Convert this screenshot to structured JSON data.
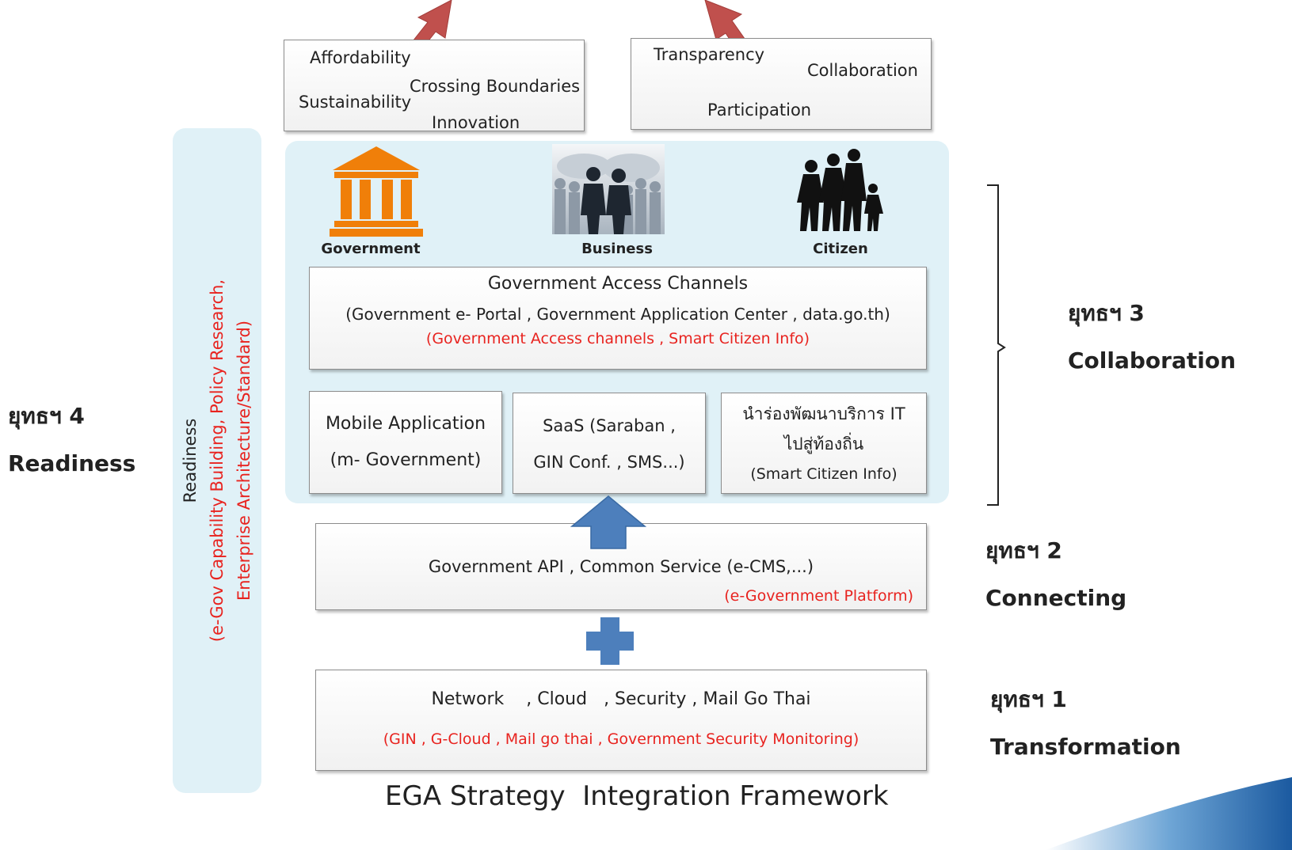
{
  "top_boxes": {
    "left": {
      "affordability": "Affordability",
      "crossing": "Crossing Boundaries",
      "sustainability": "Sustainability",
      "innovation": "Innovation"
    },
    "right": {
      "transparency": "Transparency",
      "collaboration": "Collaboration",
      "participation": "Participation"
    }
  },
  "stakeholders": [
    "Government",
    "Business",
    "Citizen"
  ],
  "access_channels": {
    "title": "Government Access Channels",
    "detail": "(Government e- Portal , Government  Application Center , data.go.th)",
    "red": "(Government Access channels  , Smart Citizen Info)"
  },
  "services": {
    "mobile": [
      "Mobile Application",
      "(m- Government)"
    ],
    "saas": [
      "SaaS (Saraban ,",
      "GIN Conf. , SMS...)"
    ],
    "local": [
      "นำร่องพัฒนาบริการ IT",
      "ไปสู่ท้องถิ่น",
      "(Smart Citizen Info)"
    ]
  },
  "api": {
    "title": "Government API , Common Service (e-CMS,...)",
    "red": "(e-Government Platform)"
  },
  "infra": {
    "title": "Network    , Cloud   , Security , Mail Go Thai",
    "red": "(GIN , G-Cloud , Mail go thai , Government Security Monitoring)"
  },
  "readiness": {
    "title": "Readiness",
    "red1": "(e-Gov Capability Building,  Policy Research,",
    "red2": "Enterprise Architecture/Standard)"
  },
  "strategies": {
    "s3": [
      "ยุทธฯ 3",
      "Collaboration"
    ],
    "s4": [
      "ยุทธฯ 4",
      "Readiness"
    ],
    "s2": [
      "ยุทธฯ 2",
      "Connecting"
    ],
    "s1": [
      "ยุทธฯ 1",
      "Transformation"
    ]
  },
  "footer": "EGA Strategy  Integration Framework",
  "colors": {
    "red_text": "#e8231f",
    "panel": "#e0f1f7",
    "arrow_blue": "#4d7fbc",
    "arrow_red": "#c0504d",
    "government_orange": "#f07f09"
  }
}
